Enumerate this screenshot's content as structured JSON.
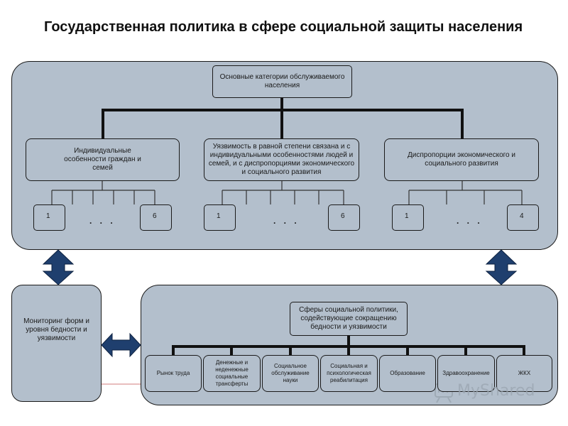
{
  "title": "Государственная политика в сфере социальной защиты населения",
  "top": {
    "root": "Основные категории обслуживаемого населения",
    "categories": [
      {
        "label": "Индивидуальные особенности граждан и семей",
        "first": "1",
        "last": "6",
        "dots": ". . ."
      },
      {
        "label": "Уязвимость в равной степени связана и с индивидуальными особенностями людей и семей, и с диспропорциями экономического и социального развития",
        "first": "1",
        "last": "6",
        "dots": ". . ."
      },
      {
        "label": "Диспропорции экономического и социального развития",
        "first": "1",
        "last": "4",
        "dots": ". . ."
      }
    ]
  },
  "monitoring": "Мониторинг форм и уровня бедности и уязвимости",
  "bottom": {
    "root": "Сферы социальной политики, содействующие сокращению бедности и уязвимости",
    "spheres": [
      "Рынок труда",
      "Денежные и неденежные социальные трансферты",
      "Социальное обслуживание науки",
      "Социальная и психологическая реабилитация",
      "Образование",
      "Здравоохранение",
      "ЖКХ"
    ]
  },
  "watermark": "MyShared",
  "colors": {
    "panel": "#b3bfcc",
    "arrow": "#1f3f6e",
    "border": "#1a1a1a"
  }
}
